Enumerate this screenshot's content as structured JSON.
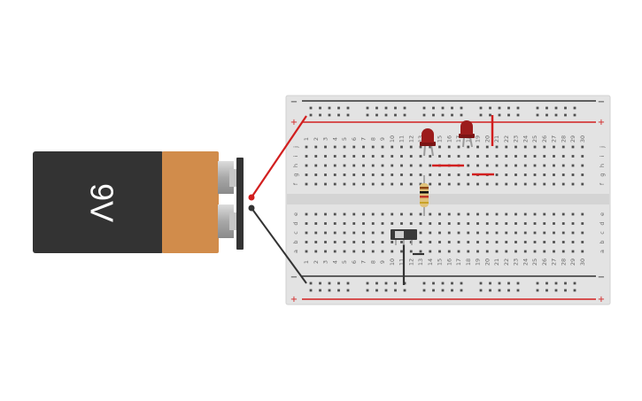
{
  "battery": {
    "label": "9V",
    "body_color": "#333333",
    "band_color": "#d18c4b",
    "terminal_color": "#a8a8a8"
  },
  "breadboard": {
    "columns": 30,
    "rail_minus": "−",
    "rail_plus": "+",
    "row_letters_top": [
      "j",
      "i",
      "h",
      "g",
      "f"
    ],
    "row_letters_bottom": [
      "e",
      "d",
      "c",
      "b",
      "a"
    ],
    "board_color": "#e3e3e3",
    "hole_color": "#505050",
    "rail_red": "#d21f1f",
    "rail_black": "#333333"
  },
  "components": [
    {
      "name": "red-led-1",
      "type": "led",
      "color": "#9c1c1c"
    },
    {
      "name": "red-led-2",
      "type": "led",
      "color": "#9c1c1c"
    },
    {
      "name": "resistor",
      "type": "resistor",
      "color": "#e0c27a"
    },
    {
      "name": "slide-switch",
      "type": "switch",
      "color": "#3a3a3a"
    }
  ],
  "wires": {
    "positive_color": "#d21f1f",
    "negative_color": "#333333"
  }
}
